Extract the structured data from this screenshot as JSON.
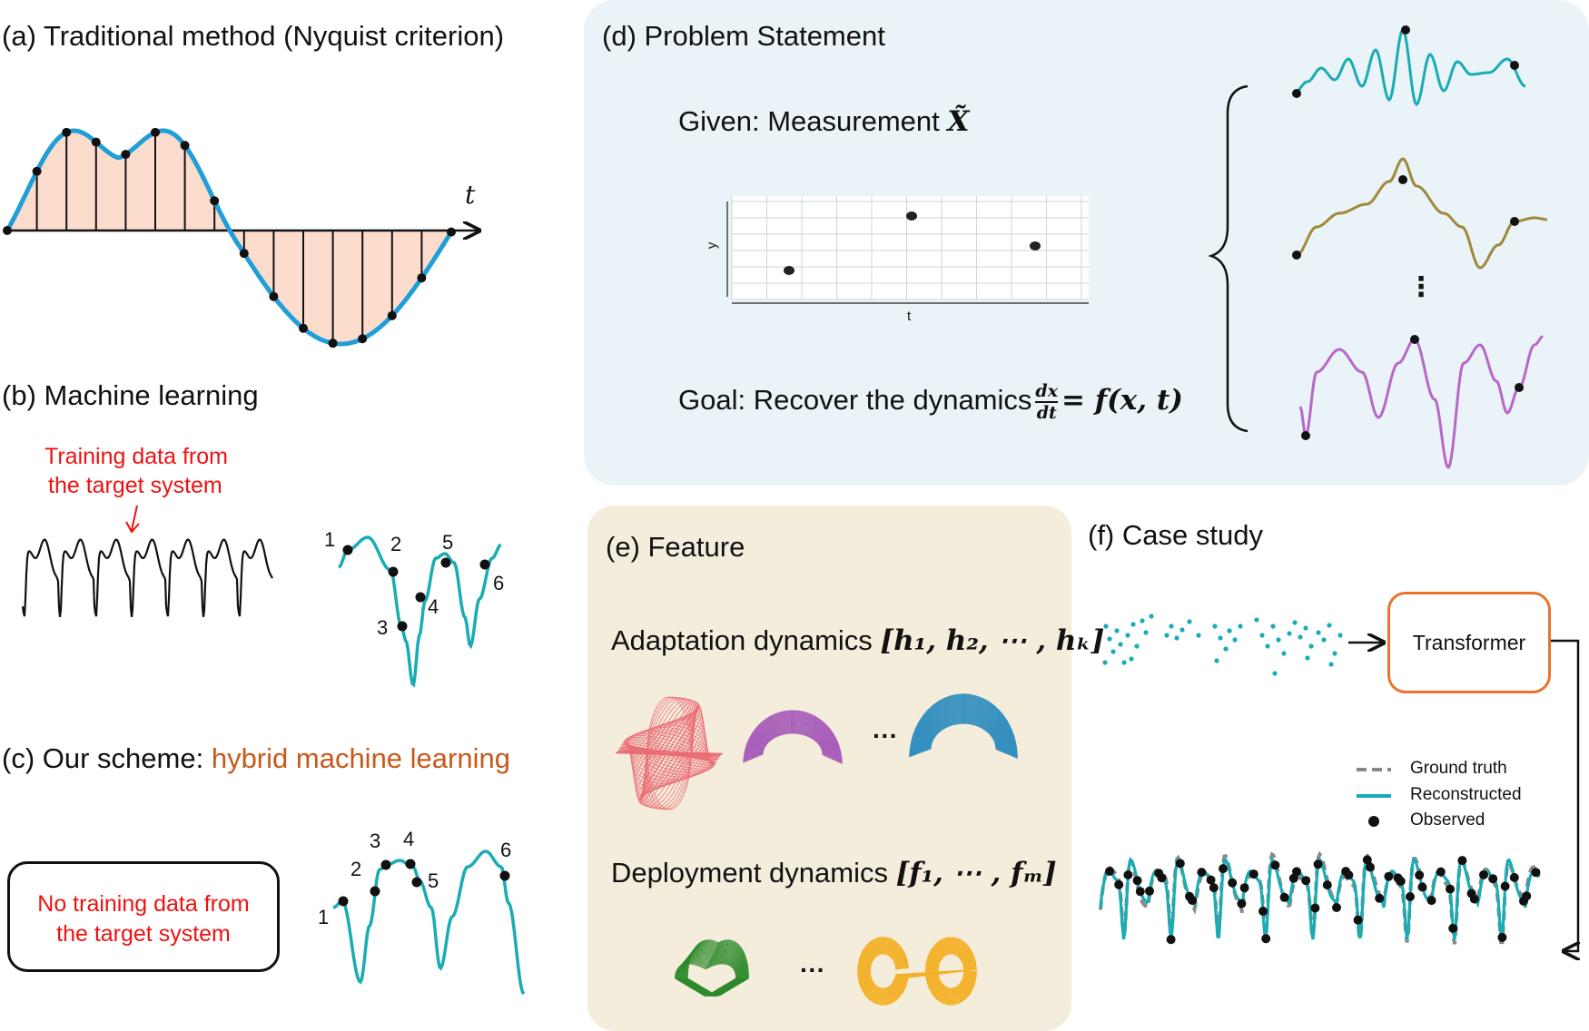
{
  "panel_a": {
    "title": "(a) Traditional method (Nyquist criterion)",
    "axis_label": "t"
  },
  "panel_b": {
    "title": "(b) Machine learning",
    "annotation_line1": "Training data from",
    "annotation_line2": "the target system",
    "point_labels": [
      "1",
      "2",
      "3",
      "4",
      "5",
      "6"
    ]
  },
  "panel_c": {
    "title_prefix": "(c) Our scheme: ",
    "title_highlight": "hybrid machine learning",
    "box_line1": "No training data from",
    "box_line2": "the target system",
    "point_labels": [
      "1",
      "2",
      "3",
      "4",
      "5",
      "6"
    ]
  },
  "panel_d": {
    "title": "(d) Problem Statement",
    "given_text": "Given: Measurement ",
    "given_symbol": "X̃",
    "plot_ylabel": "y",
    "plot_xlabel": "t",
    "goal_text": "Goal: Recover the dynamics",
    "frac_num": "dx",
    "frac_den": "dt",
    "goal_equation": "= f(x, t)",
    "ellipsis": "⋮"
  },
  "panel_e": {
    "title": "(e) Feature",
    "adaptation_text": "Adaptation dynamics ",
    "adaptation_math": "[h₁, h₂, ⋯ , hₖ]",
    "deployment_text": "Deployment dynamics ",
    "deployment_math": "[f₁, ⋯ , fₘ]",
    "ellipsis": "···"
  },
  "panel_f": {
    "title": "(f) Case study",
    "box_label": "Transformer",
    "legend": [
      "Ground truth",
      "Reconstructed",
      "Observed"
    ]
  },
  "colors": {
    "teal": "#1aacb4",
    "blue_curve": "#1f9ed8",
    "fill_pink": "#fbdccd",
    "red_text": "#ee1111",
    "orange_text": "#c8591a",
    "panel_d_bg": "#e9f3f8",
    "panel_e_bg": "#f4eddb",
    "olive": "#a08a3a",
    "purple": "#b768c8",
    "attractor_red": "#ea6b73",
    "attractor_purple": "#a04fb6",
    "attractor_blue": "#2a8bbd",
    "attractor_green": "#2e8a2c",
    "attractor_yellow": "#f3b12a"
  }
}
